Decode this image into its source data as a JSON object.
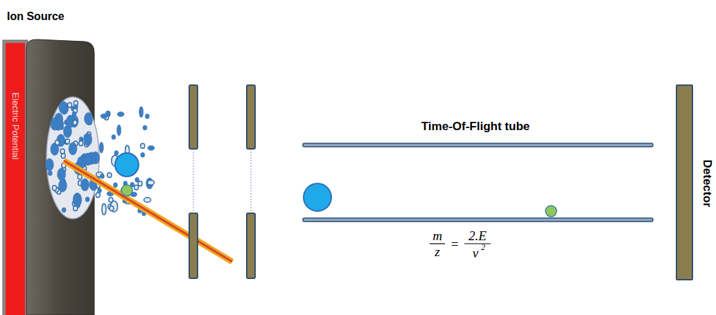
{
  "diagram": {
    "nodes": [
      {
        "text": [
          "Electric Potential"
        ]
      },
      {
        "text": [
          "Detector"
        ]
      }
    ],
    "labels": [
      "Ion Source",
      "Time-Of-Flight tube",
      "m",
      "z",
      "=",
      "2.E",
      "v",
      "2"
    ]
  }
}
